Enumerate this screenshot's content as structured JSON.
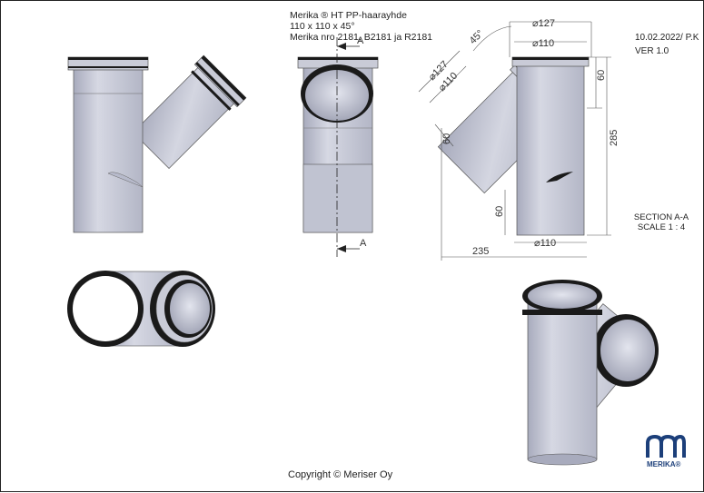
{
  "header": {
    "line1": "Merika ® HT PP-haarayhde",
    "line2": "110 x 110 x 45°",
    "line3": "Merika nro  2181, B2181 ja R2181"
  },
  "meta": {
    "date": "10.02.2022/ P.K",
    "version": "VER 1.0"
  },
  "section": {
    "title": "SECTION A-A",
    "scale": "SCALE 1 : 4",
    "marker": "A"
  },
  "dimensions": {
    "d127_top": "⌀127",
    "d110_top": "⌀110",
    "d127_branch": "⌀127",
    "d110_branch": "⌀110",
    "angle": "45°",
    "h60_top": "60",
    "h285": "285",
    "h60_branch": "60",
    "h60_bottom": "60",
    "w235": "235",
    "d110_bottom": "⌀110"
  },
  "footer": {
    "copyright": "Copyright © Meriser Oy"
  },
  "logo": {
    "text": "MERIKA®"
  },
  "colors": {
    "pipe": "#c3c6d4",
    "pipe_dark": "#9a9eb0",
    "pipe_light": "#dcdee8",
    "seal": "#1a1a1a",
    "logo": "#1c3f7a"
  }
}
